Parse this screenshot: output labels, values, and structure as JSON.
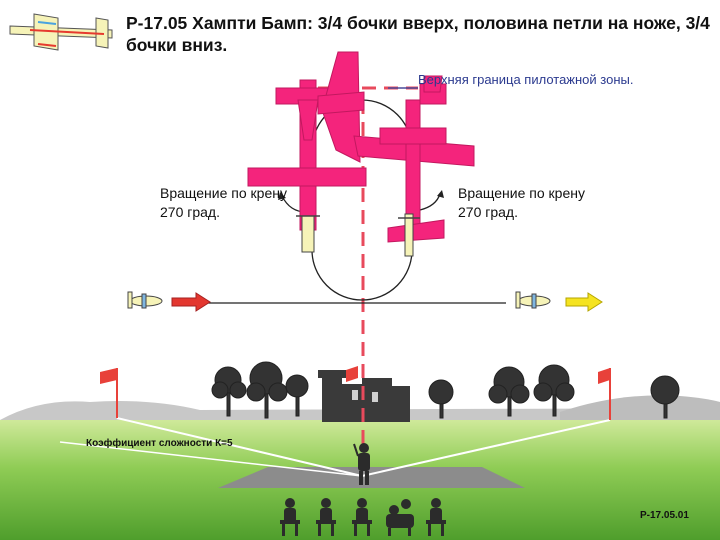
{
  "title": "Р-17.05 Хампти Бамп: 3/4 бочки вверх, половина петли на ноже, 3/4 бочки вниз.",
  "upper_boundary_label": "Верхняя граница пилотажной зоны.",
  "roll_label_left": "Вращение по крену 270 град.",
  "roll_label_right": "Вращение по крену 270 град.",
  "difficulty_label": "Коэффициент сложности К=5",
  "figure_code": "Р-17.05.01",
  "colors": {
    "sky": "#ffffff",
    "grass_top": "#c9e58f",
    "grass_bottom": "#59ab33",
    "hills": "#c7c7c7",
    "aircraft": "#f4247c",
    "entry_arrow": "#e3372f",
    "exit_arrow": "#f5e320",
    "guide_line": "#e84a5c",
    "flag": "#e8413a"
  }
}
